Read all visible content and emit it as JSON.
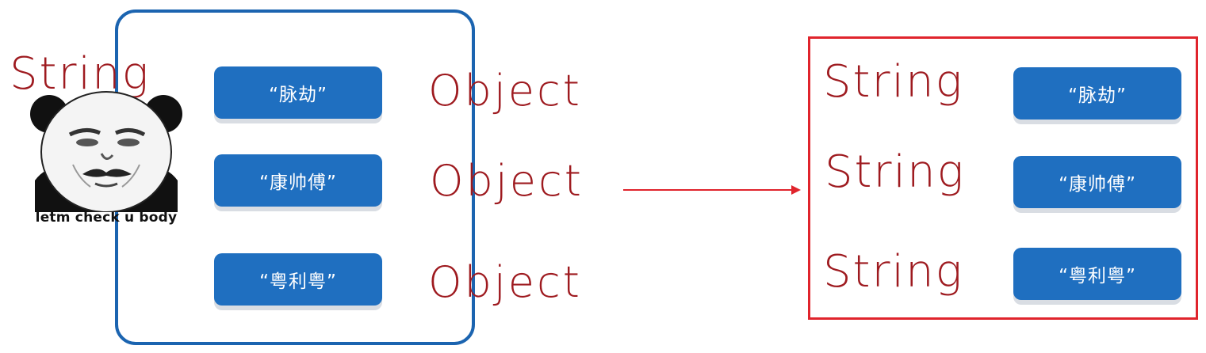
{
  "left_group": {
    "label": "String",
    "items": [
      "“脉劫”",
      "“康帅傅”",
      "“粤利粤”"
    ],
    "type_labels": [
      "Object",
      "Object",
      "Object"
    ]
  },
  "meme": {
    "caption": "letm check u body"
  },
  "right_group": {
    "rows": [
      {
        "type": "String",
        "value": "“脉劫”"
      },
      {
        "type": "String",
        "value": "“康帅傅”"
      },
      {
        "type": "String",
        "value": "“粤利粤”"
      }
    ]
  },
  "colors": {
    "frame_blue": "#1b64b0",
    "pill_blue": "#1f6fc0",
    "handwriting_red": "#9e1a1f",
    "frame_red": "#e0242c"
  }
}
